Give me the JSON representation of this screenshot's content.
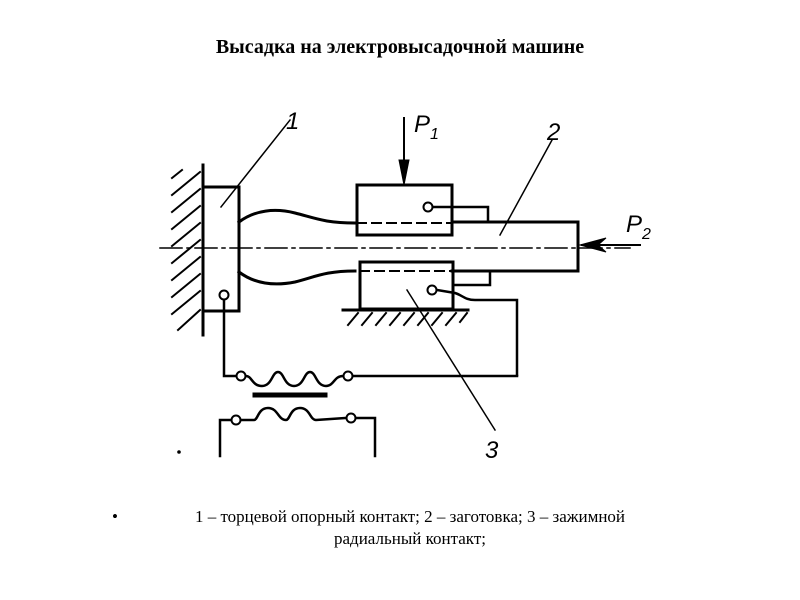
{
  "slide": {
    "title": "Высадка на электровысадочной машине",
    "caption": {
      "bullet": "•",
      "line1": "1 – торцевой опорный контакт; 2 – заготовка; 3 – зажимной",
      "line2": "радиальный контакт;"
    }
  },
  "diagram": {
    "labels": {
      "part1": "1",
      "part2": "2",
      "part3": "3",
      "force1": "P",
      "force1_sub": "1",
      "force2": "P",
      "force2_sub": "2"
    }
  }
}
